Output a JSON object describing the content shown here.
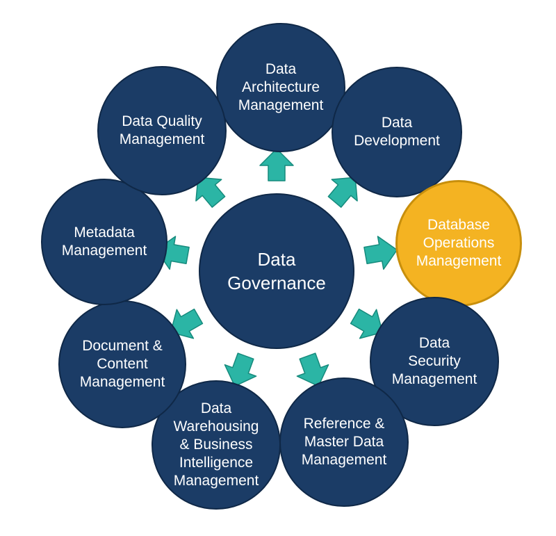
{
  "colors": {
    "node_fill": "#1b3c66",
    "highlight_fill": "#f4b322",
    "highlight_text": "#ffffff",
    "arrow_fill": "#2bb5a5",
    "arrow_stroke": "#168a7c"
  },
  "center": {
    "label": "Data\nGovernance"
  },
  "nodes": [
    {
      "id": "data-architecture-management",
      "label": "Data\nArchitecture\nManagement",
      "highlight": false
    },
    {
      "id": "data-development",
      "label": "Data\nDevelopment",
      "highlight": false
    },
    {
      "id": "database-operations-management",
      "label": "Database\nOperations\nManagement",
      "highlight": true
    },
    {
      "id": "data-security-management",
      "label": "Data\nSecurity\nManagement",
      "highlight": false
    },
    {
      "id": "reference-master-data-management",
      "label": "Reference &\nMaster Data\nManagement",
      "highlight": false
    },
    {
      "id": "data-warehousing-bi-management",
      "label": "Data\nWarehousing\n& Business\nIntelligence\nManagement",
      "highlight": false
    },
    {
      "id": "document-content-management",
      "label": "Document &\nContent\nManagement",
      "highlight": false
    },
    {
      "id": "metadata-management",
      "label": "Metadata\nManagement",
      "highlight": false
    },
    {
      "id": "data-quality-management",
      "label": "Data Quality\nManagement",
      "highlight": false
    }
  ]
}
